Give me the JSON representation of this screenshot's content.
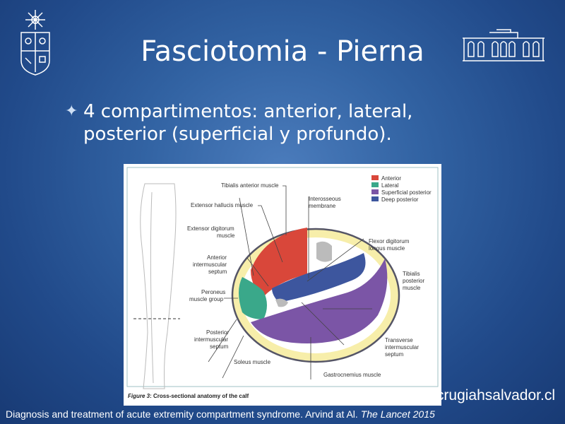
{
  "slide": {
    "title": "Fasciotomia - Pierna",
    "bullet_icon": "four-point-star-icon",
    "bullet_text": "4 compartimentos: anterior, lateral, posterior (superficial y profundo)."
  },
  "figure": {
    "legend": [
      {
        "label": "Anterior",
        "color": "#d9473a"
      },
      {
        "label": "Lateral",
        "color": "#3aa88a"
      },
      {
        "label": "Superficial posterior",
        "color": "#7b55a6"
      },
      {
        "label": "Deep posterior",
        "color": "#3d569e"
      }
    ],
    "labels": {
      "tibialis_anterior": "Tibialis anterior muscle",
      "extensor_hallucis": "Extensor hallucis muscle",
      "extensor_digitorum_1": "Extensor digitorum",
      "extensor_digitorum_2": "muscle",
      "anterior_septum_1": "Anterior",
      "anterior_septum_2": "intermuscular",
      "anterior_septum_3": "septum",
      "peroneus_1": "Peroneus",
      "peroneus_2": "muscle group",
      "posterior_septum_1": "Posterior",
      "posterior_septum_2": "intermuscular",
      "posterior_septum_3": "septum",
      "soleus": "Soleus muscle",
      "gastrocnemius": "Gastrocnemius muscle",
      "transverse_1": "Transverse",
      "transverse_2": "intermuscular",
      "transverse_3": "septum",
      "tibialis_posterior_1": "Tibialis",
      "tibialis_posterior_2": "posterior",
      "tibialis_posterior_3": "muscle",
      "flexor_1": "Flexor digitorum",
      "flexor_2": "longus muscle",
      "interosseous_1": "Interosseous",
      "interosseous_2": "membrane"
    },
    "caption_prefix": "Figure 3",
    "caption": ": Cross-sectional anatomy of the calf"
  },
  "footer": {
    "citation": "Diagnosis and treatment of acute extremity compartment syndrome. Arvind at Al. ",
    "journal": "The Lancet 2015",
    "website": "www.crugiahsalvador.cl"
  }
}
